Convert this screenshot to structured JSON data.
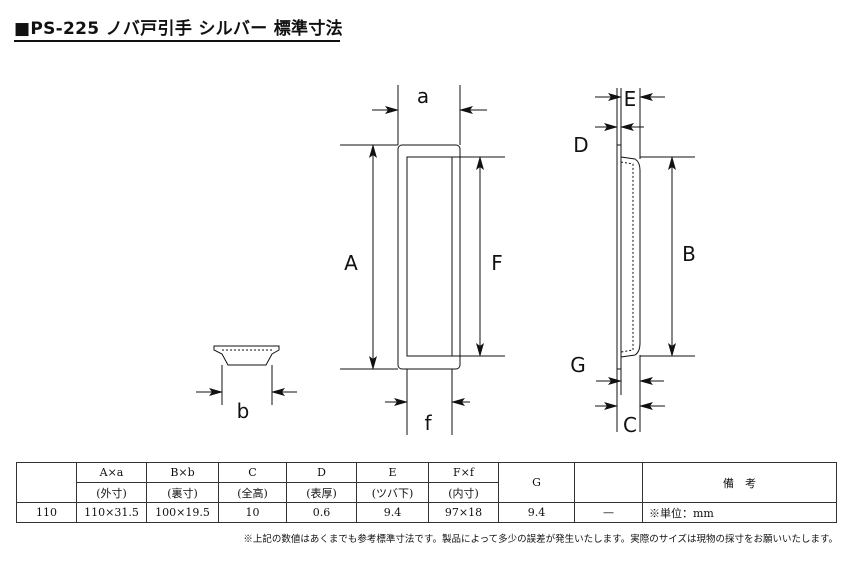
{
  "title": "■PS-225 ノバ戸引手 シルバー 標準寸法",
  "dimension_labels": {
    "a": "a",
    "A": "A",
    "F": "F",
    "f": "f",
    "b": "b",
    "E": "E",
    "D": "D",
    "B": "B",
    "G": "G",
    "C": "C"
  },
  "table": {
    "headers": [
      {
        "top": "",
        "bottom": ""
      },
      {
        "top": "A×a",
        "bottom": "(外寸)"
      },
      {
        "top": "B×b",
        "bottom": "(裏寸)"
      },
      {
        "top": "C",
        "bottom": "(全高)"
      },
      {
        "top": "D",
        "bottom": "(表厚)"
      },
      {
        "top": "E",
        "bottom": "(ツバ下)"
      },
      {
        "top": "F×f",
        "bottom": "(内寸)"
      },
      {
        "top": "G",
        "bottom": ""
      },
      {
        "top": "",
        "bottom": ""
      },
      {
        "top": "備　考",
        "bottom": ""
      }
    ],
    "row": [
      "110",
      "110×31.5",
      "100×19.5",
      "10",
      "0.6",
      "9.4",
      "97×18",
      "9.4",
      "—",
      "※単位：mm"
    ]
  },
  "footnote": "※上記の数値はあくまでも参考標準寸法です。製品によって多少の誤差が発生いたします。実際のサイズは現物の採寸をお願いいたします。"
}
